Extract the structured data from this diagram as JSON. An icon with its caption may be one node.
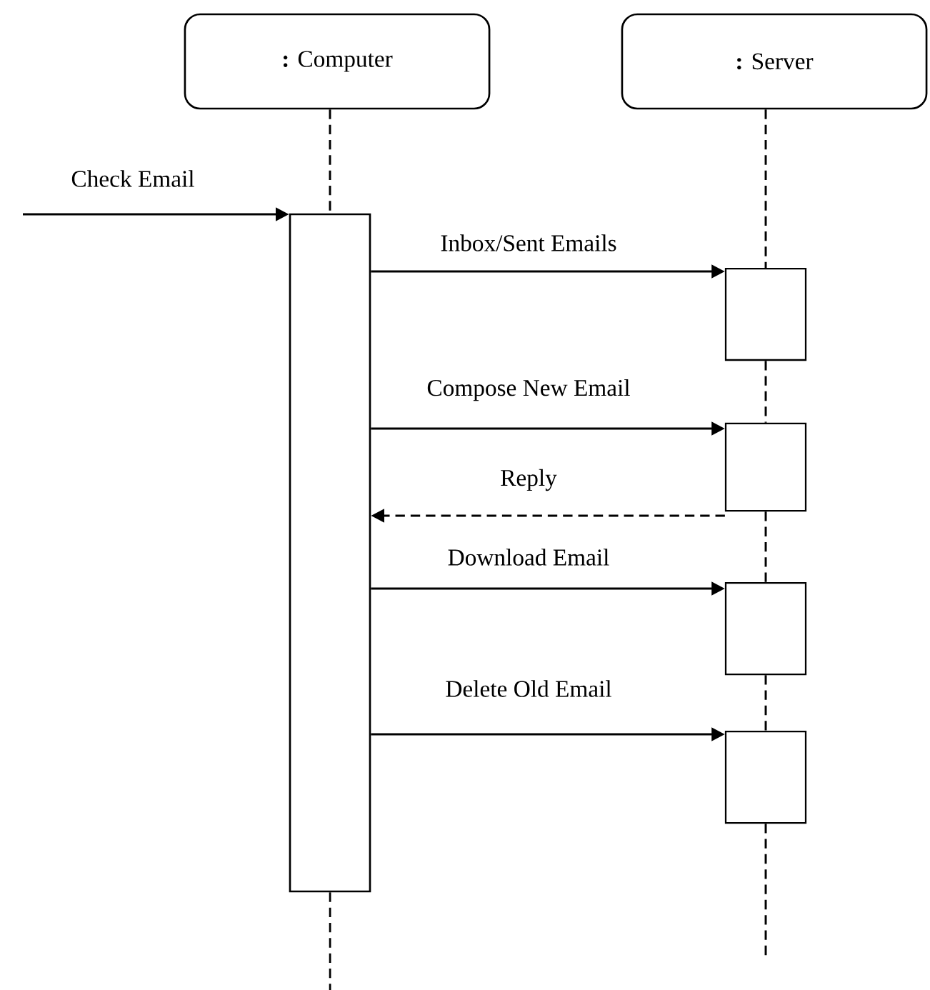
{
  "diagram": {
    "nodes": [
      {
        "text": [
          "**:** Computer"
        ]
      },
      {
        "text": [
          "**:** Server"
        ]
      },
      {
        "text": [],
        "shape": "bar"
      },
      {
        "text": [],
        "shape": "box"
      },
      {
        "text": [],
        "shape": "box"
      },
      {
        "text": [],
        "shape": "box"
      },
      {
        "text": [],
        "shape": "box"
      }
    ],
    "edges": [
      {
        "from": 0,
        "to": 2,
        "arrow": "none",
        "style": "dashed"
      },
      {
        "from": 2,
        "to": null,
        "arrow": "none",
        "style": "dashed"
      },
      {
        "from": 1,
        "to": 3,
        "arrow": "none",
        "style": "dashed"
      },
      {
        "from": 3,
        "to": 4,
        "arrow": "none",
        "style": "dashed"
      },
      {
        "from": 4,
        "to": 5,
        "arrow": "none",
        "style": "dashed"
      },
      {
        "from": 5,
        "to": 6,
        "arrow": "none",
        "style": "dashed"
      },
      {
        "from": 6,
        "to": null,
        "arrow": "none",
        "style": "dashed"
      },
      {
        "from": null,
        "to": 2,
        "arrow": "to",
        "label": "Check Email"
      },
      {
        "from": 2,
        "to": 3,
        "arrow": "to",
        "label": "Inbox/Sent Emails"
      },
      {
        "from": 2,
        "to": 4,
        "arrow": "to",
        "label": "Compose New Email"
      },
      {
        "from": 4,
        "to": 2,
        "arrow": "to",
        "label": "Reply",
        "style": "dashed"
      },
      {
        "from": 2,
        "to": 5,
        "arrow": "to",
        "label": "Download Email"
      },
      {
        "from": 2,
        "to": 6,
        "arrow": "to",
        "label": "Delete Old Email"
      }
    ]
  }
}
